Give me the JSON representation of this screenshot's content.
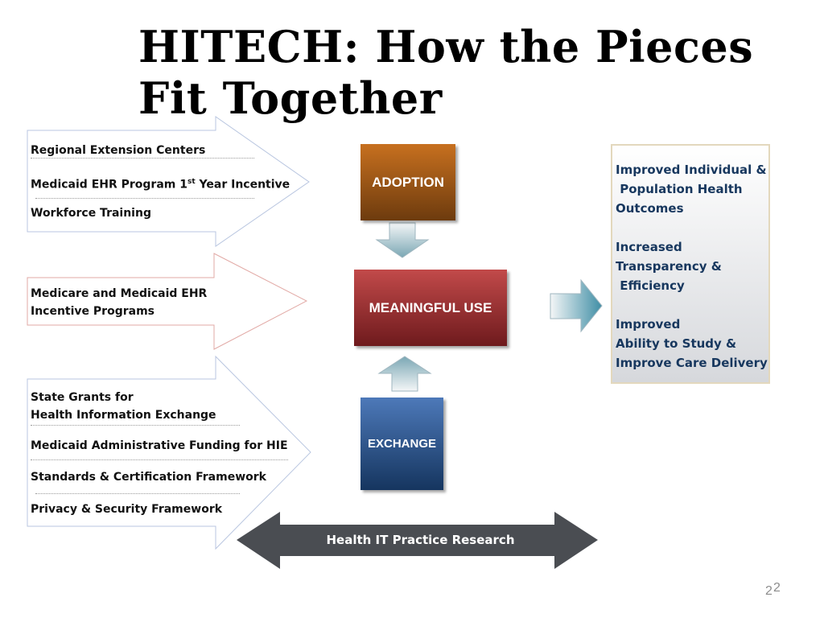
{
  "title": {
    "line1": "HITECH: How the Pieces",
    "line2": "Fit Together"
  },
  "left_groups": {
    "adoption_inputs": [
      "Regional Extension Centers",
      "Medicaid EHR Program 1",
      "Workforce Training"
    ],
    "adoption_superscript": "st",
    "adoption_suffix": " Year Incentive",
    "meaningful_use_inputs": {
      "line1": "Medicare and Medicaid EHR",
      "line2": "Incentive Programs"
    },
    "exchange_inputs": {
      "line1": "State Grants for",
      "line2": "Health Information Exchange",
      "line3": "Medicaid  Administrative Funding for HIE",
      "line4": "Standards & Certification Framework",
      "line5": "Privacy & Security Framework"
    }
  },
  "center": {
    "adoption": "ADOPTION",
    "meaningful_use": "MEANINGFUL USE",
    "exchange": "EXCHANGE"
  },
  "outcomes": [
    "Improved Individual &\n Population Health\nOutcomes",
    "Increased\nTransparency &\n Efficiency",
    "Improved\nAbility to Study &\nImprove Care Delivery"
  ],
  "bottom_arrow": "Health IT Practice Research",
  "page_number": {
    "main": "2",
    "superscript": "2"
  },
  "colors": {
    "adoption": "#b0621a",
    "meaningful_use": "#a23034",
    "exchange": "#2f5b97",
    "outcome_text": "#17375e",
    "research_arrow": "#4a4d52",
    "teal_arrow": "#3f8ea5"
  }
}
